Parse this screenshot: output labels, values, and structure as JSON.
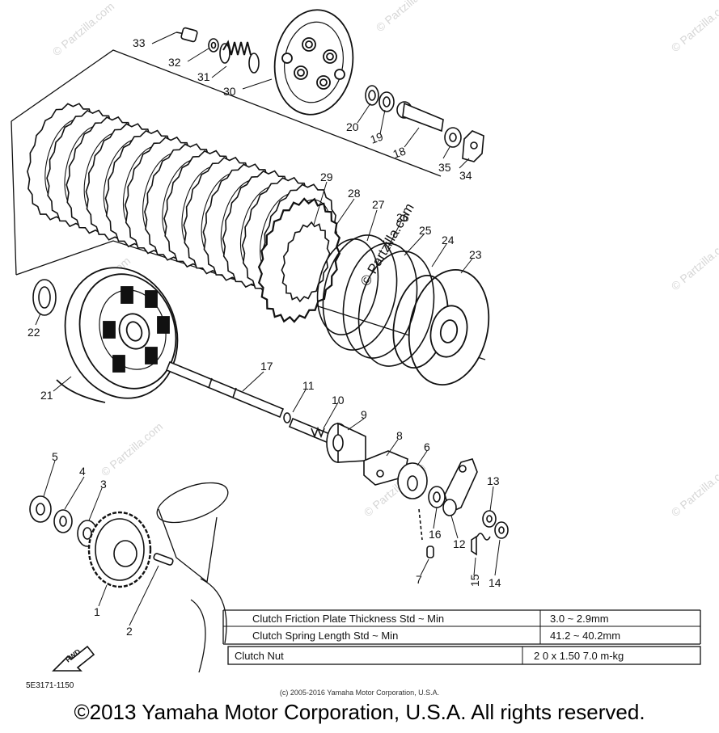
{
  "watermark": "© Partzilla.com",
  "drawing_code": "5E3171-1150",
  "fwd_label": "FWD",
  "copyright_small": "(c) 2005-2016 Yamaha Motor Corporation, U.S.A.",
  "copyright_main": "©2013 Yamaha Motor Corporation, U.S.A. All rights reserved.",
  "parts": [
    "33",
    "32",
    "31",
    "30",
    "20",
    "19",
    "18",
    "35",
    "34",
    "29",
    "28",
    "27",
    "26",
    "25",
    "24",
    "23",
    "22",
    "21",
    "17",
    "11",
    "10",
    "9",
    "8",
    "6",
    "13",
    "5",
    "4",
    "3",
    "16",
    "12",
    "7",
    "15",
    "14",
    "1",
    "2"
  ],
  "spec_table": [
    {
      "label": "Clutch Friction Plate Thickness Std ~ Min",
      "value": "3.0 ~ 2.9mm"
    },
    {
      "label": "Clutch Spring Length Std ~ Min",
      "value": "41.2 ~ 40.2mm"
    },
    {
      "label": "Clutch Nut",
      "value": "2 0 x 1.50  7.0 m-kg"
    }
  ]
}
